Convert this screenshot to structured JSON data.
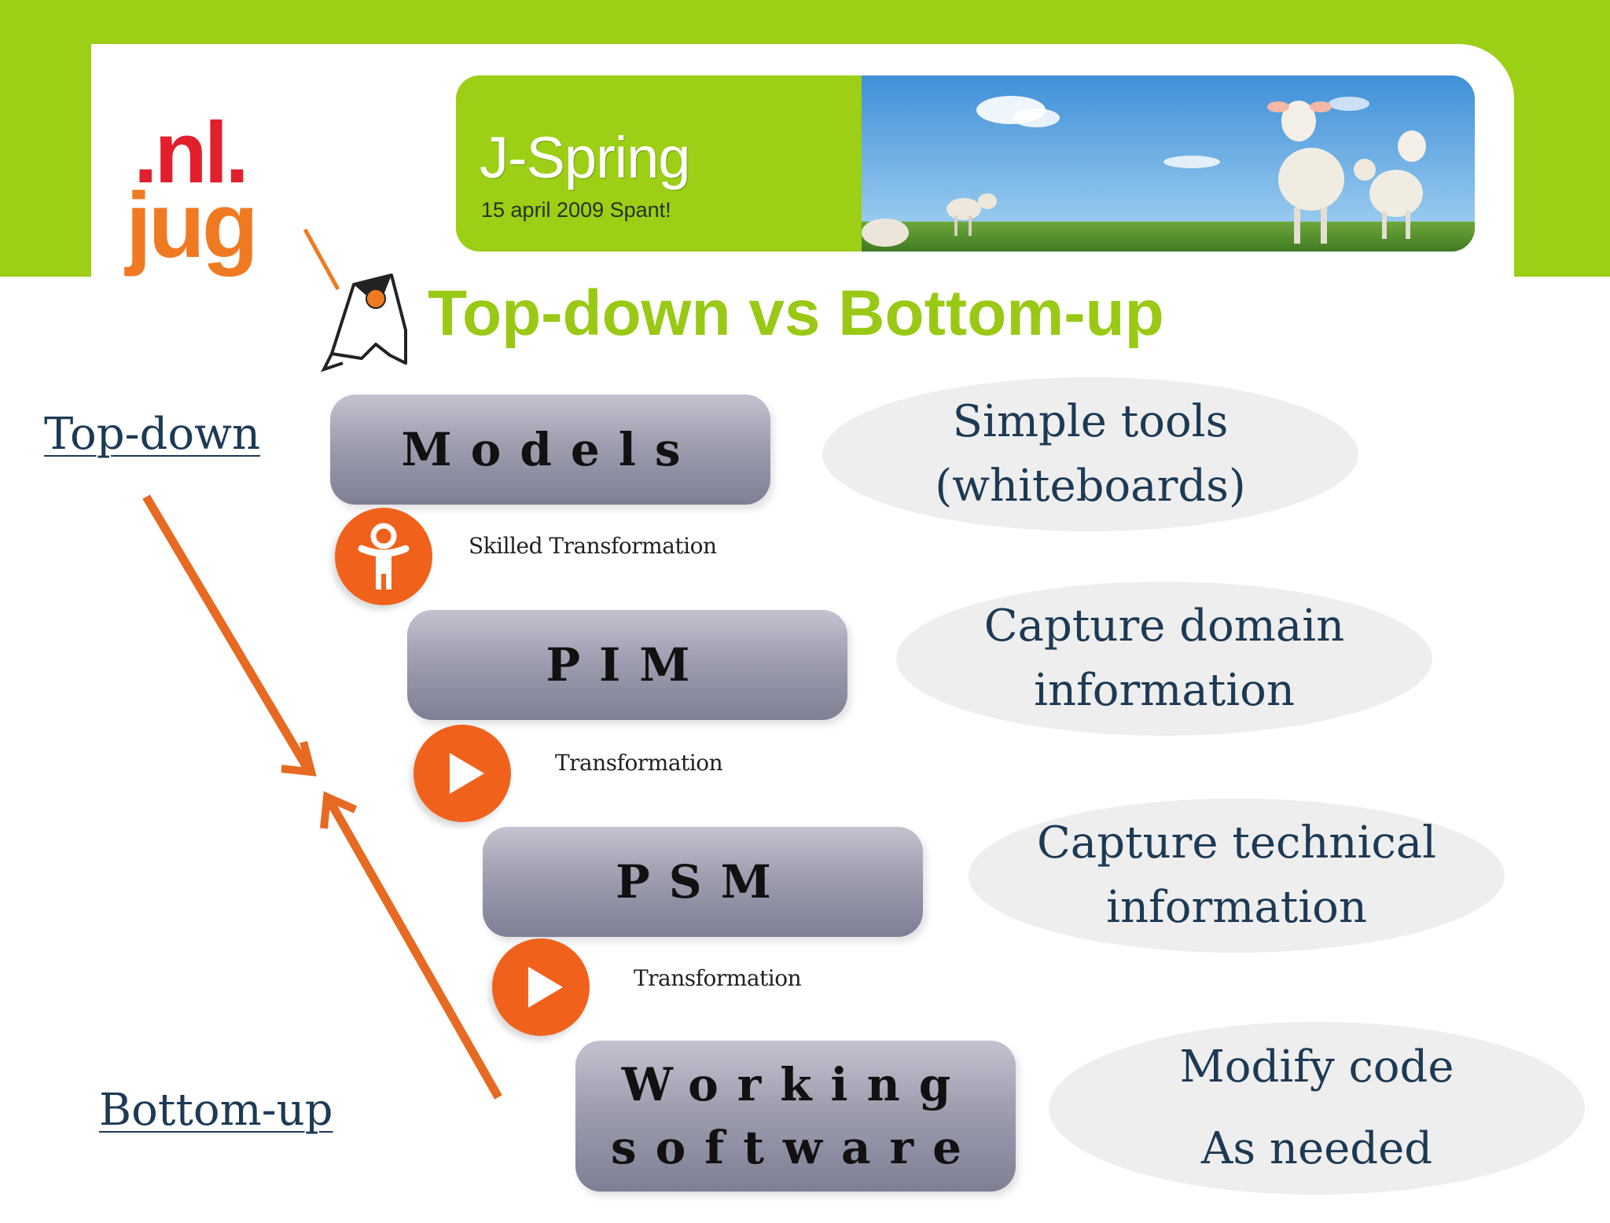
{
  "logo": {
    "line1": ".nl.",
    "line2": "jug"
  },
  "banner": {
    "title": "J-Spring",
    "subtitle": "15 april 2009 Spant!"
  },
  "slide": {
    "title": "Top-down vs Bottom-up"
  },
  "labels": {
    "top_down": "Top-down",
    "bottom_up": "Bottom-up"
  },
  "levels": {
    "models": "Models",
    "pim": "PIM",
    "psm": "PSM",
    "working_line1": "Working",
    "working_line2": "software"
  },
  "transformations": {
    "t1": "Skilled Transformation",
    "t2": "Transformation",
    "t3": "Transformation"
  },
  "notes": {
    "n1_line1": "Simple tools",
    "n1_line2": "(whiteboards)",
    "n2_line1": "Capture domain",
    "n2_line2": "information",
    "n3_line1": "Capture technical",
    "n3_line2": "information",
    "n4_line1": "Modify code",
    "n4_line2": "As needed"
  },
  "colors": {
    "brand_green": "#9ccf15",
    "accent_orange": "#f0621b",
    "arrow_orange": "#e66a22",
    "text_navy": "#1d3a55"
  },
  "icons": {
    "skilled": "person-icon",
    "transform": "play-icon"
  }
}
